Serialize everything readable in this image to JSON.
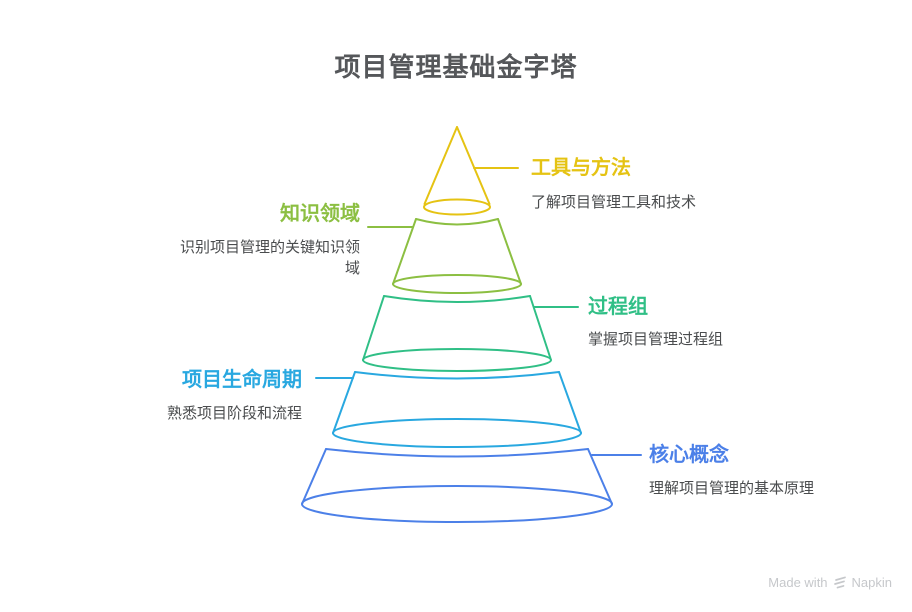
{
  "title": "项目管理基础金字塔",
  "levels": [
    {
      "label": "工具与方法",
      "desc": "了解项目管理工具和技术",
      "color": "#E5C313",
      "side": "right"
    },
    {
      "label": "知识领域",
      "desc": "识别项目管理的关键知识领域",
      "color": "#8CBF42",
      "side": "left"
    },
    {
      "label": "过程组",
      "desc": "掌握项目管理过程组",
      "color": "#30BF86",
      "side": "right"
    },
    {
      "label": "项目生命周期",
      "desc": "熟悉项目阶段和流程",
      "color": "#29A8E0",
      "side": "left"
    },
    {
      "label": "核心概念",
      "desc": "理解项目管理的基本原理",
      "color": "#4C80E8",
      "side": "right"
    }
  ],
  "footer": {
    "made_with": "Made with",
    "brand": "Napkin"
  },
  "colors": {
    "title_text": "#55575A",
    "description_text": "#4A4C4E",
    "watermark_text": "#C6C8CB",
    "background": "#FFFFFF"
  }
}
